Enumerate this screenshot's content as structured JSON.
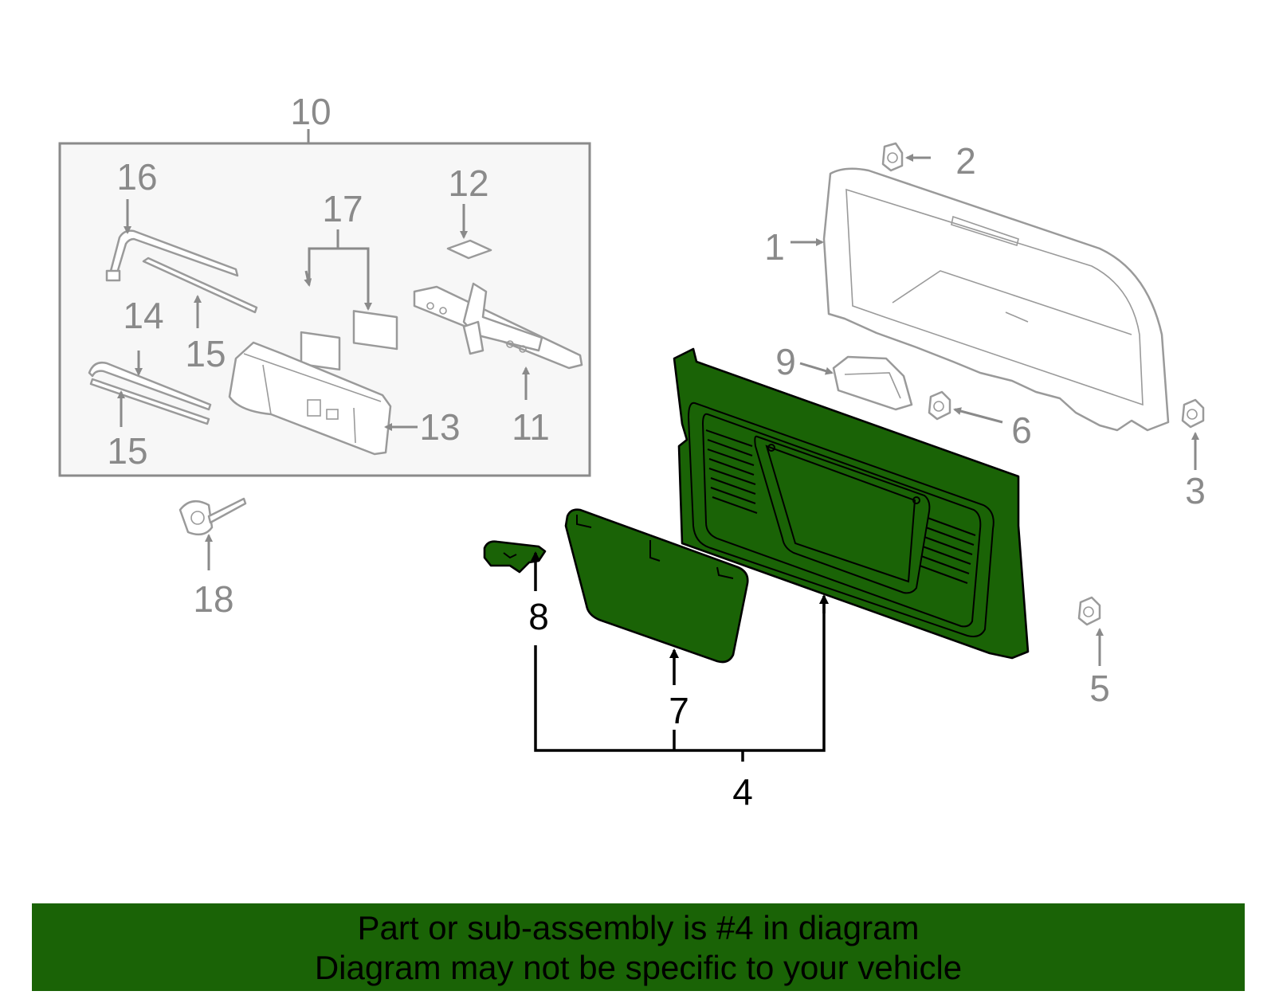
{
  "callouts": {
    "c1": "1",
    "c2": "2",
    "c3": "3",
    "c4": "4",
    "c5": "5",
    "c6": "6",
    "c7": "7",
    "c8": "8",
    "c9": "9",
    "c10": "10",
    "c11": "11",
    "c12": "12",
    "c13": "13",
    "c14": "14",
    "c15a": "15",
    "c15b": "15",
    "c16": "16",
    "c17": "17",
    "c18": "18"
  },
  "banner": {
    "line1": "Part or sub-assembly is #4 in diagram",
    "line2": "Diagram may not be specific to your vehicle"
  },
  "colors": {
    "highlight": "#1a6306",
    "muted": "#8a8a8a",
    "box_fill": "#f7f7f7"
  }
}
